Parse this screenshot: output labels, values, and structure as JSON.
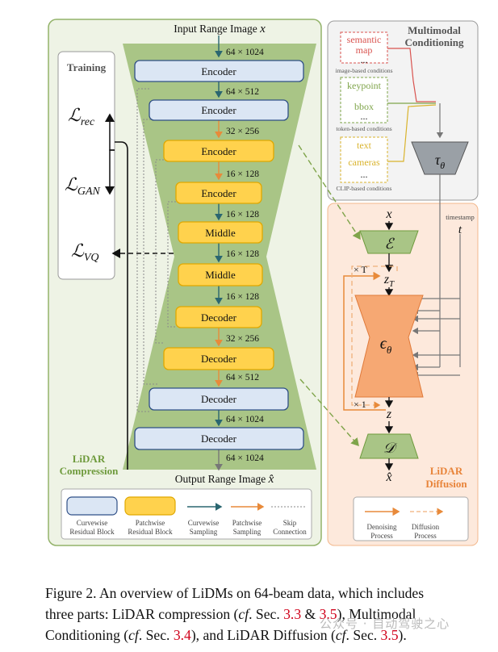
{
  "figure": {
    "input_label": "Input Range Image",
    "input_symbol": "x",
    "output_label": "Output Range Image",
    "output_symbol": "x̂",
    "dims": [
      "64 × 1024",
      "64 × 512",
      "32 × 256",
      "16 × 128",
      "16 × 128",
      "16 × 128",
      "16 × 128",
      "32 × 256",
      "64 × 512",
      "64 × 1024",
      "64 × 1024"
    ],
    "blocks": {
      "encoder": "Encoder",
      "middle": "Middle",
      "decoder": "Decoder"
    },
    "training": {
      "title": "Training",
      "loss_rec": "ℒ",
      "loss_rec_sub": "rec",
      "loss_gan": "ℒ",
      "loss_gan_sub": "GAN",
      "loss_vq": "ℒ",
      "loss_vq_sub": "VQ"
    },
    "compression_title": [
      "LiDAR",
      "Compression"
    ],
    "conditioning": {
      "title": [
        "Multimodal",
        "Conditioning"
      ],
      "semantic": [
        "semantic",
        "map"
      ],
      "dots": "...",
      "image_based": "image-based conditions",
      "keypoint": "keypoint",
      "bbox": "bbox",
      "token_based": "token-based conditions",
      "text": "text",
      "cameras": "cameras",
      "clip_based": "CLIP-based conditions",
      "tau": "τ",
      "tau_sub": "θ"
    },
    "diffusion": {
      "title": [
        "LiDAR",
        "Diffusion"
      ],
      "x": "x",
      "enc": "ℰ",
      "zT": "z",
      "zT_sub": "T",
      "times_T": "× T",
      "eps": "ϵ",
      "eps_sub": "θ",
      "times_1": "× 1",
      "z": "z",
      "dec": "𝒟",
      "xhat": "x̂",
      "timestamp": "timestamp",
      "t": "t"
    },
    "legend_left": {
      "curvewise_block": [
        "Curvewise",
        "Residual Block"
      ],
      "patchwise_block": [
        "Patchwise",
        "Residual Block"
      ],
      "curvewise_sampling": [
        "Curvewise",
        "Sampling"
      ],
      "patchwise_sampling": [
        "Patchwise",
        "Sampling"
      ],
      "skip": [
        "Skip",
        "Connection"
      ]
    },
    "legend_right": {
      "denoising": [
        "Denoising",
        "Process"
      ],
      "diffusion": [
        "Diffusion",
        "Process"
      ]
    }
  },
  "caption": {
    "line1": "Figure 2. An overview of LiDMs on 64-beam data, which includes",
    "line2a": "three parts: LiDAR compression (",
    "cf": "cf",
    "sec": ". Sec. ",
    "ref1": "3.3",
    "amp": " & ",
    "ref2": "3.5",
    "line2b": "), Multimodal",
    "line3a": "Conditioning (",
    "ref3": "3.4",
    "line3b": "), and LiDAR Diffusion (",
    "ref4": "3.5",
    "line3c": ")."
  },
  "watermark": "公众号 · 自动驾驶之心",
  "colors": {
    "compression_bg": "#eef3e5",
    "compression_border": "#93b36a",
    "trap": "#a9c586",
    "curvewise_fill": "#dbe6f4",
    "curvewise_stroke": "#2f4f87",
    "patchwise_fill": "#ffd24d",
    "patchwise_stroke": "#e0a800",
    "teal_arrow": "#2a6670",
    "orange_arrow": "#e88a3a",
    "diffusion_bg": "#fde9dc",
    "diffusion_border": "#f3b88c",
    "eps_fill": "#f6a873",
    "conditioning_bg": "#f3f3f3",
    "red_dash": "#d9534f",
    "green_dash": "#7fa44a",
    "yellow_dash": "#d9b32c",
    "tau_fill": "#9aa0a6"
  }
}
